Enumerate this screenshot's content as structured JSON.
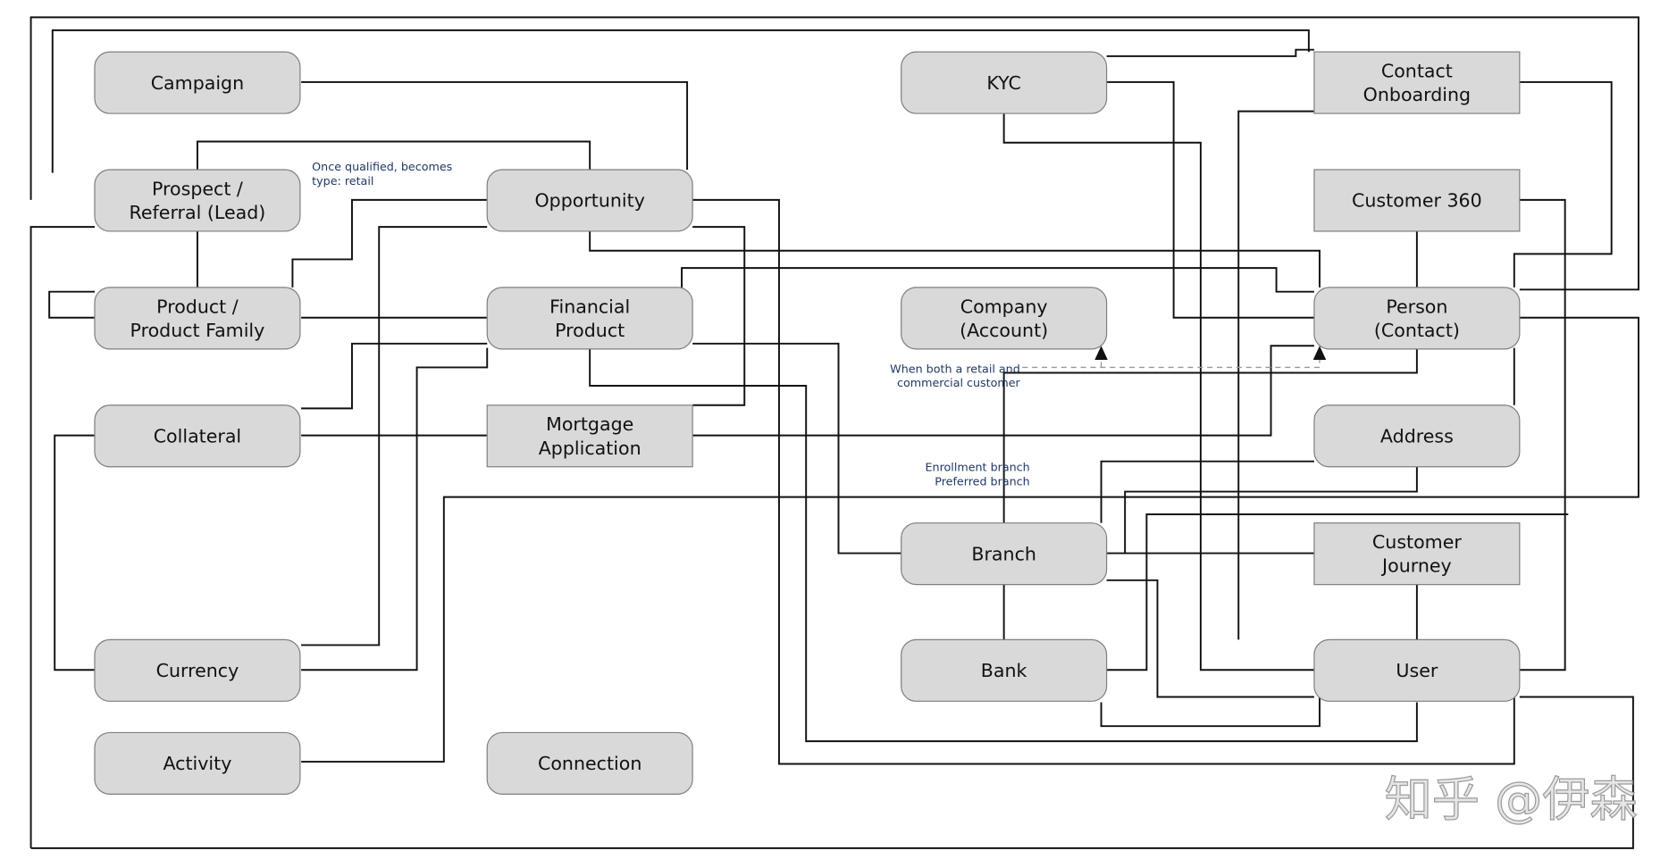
{
  "diagram": {
    "type": "entity-relationship",
    "entities": [
      {
        "id": "campaign",
        "lines": [
          "Campaign"
        ],
        "shape": "rounded"
      },
      {
        "id": "prospect",
        "lines": [
          "Prospect /",
          "Referral (Lead)"
        ],
        "shape": "rounded"
      },
      {
        "id": "product",
        "lines": [
          "Product /",
          "Product Family"
        ],
        "shape": "rounded"
      },
      {
        "id": "collateral",
        "lines": [
          "Collateral"
        ],
        "shape": "rounded"
      },
      {
        "id": "currency",
        "lines": [
          "Currency"
        ],
        "shape": "rounded"
      },
      {
        "id": "activity",
        "lines": [
          "Activity"
        ],
        "shape": "rounded"
      },
      {
        "id": "opportunity",
        "lines": [
          "Opportunity"
        ],
        "shape": "rounded"
      },
      {
        "id": "financial_product",
        "lines": [
          "Financial",
          "Product"
        ],
        "shape": "rounded"
      },
      {
        "id": "mortgage_application",
        "lines": [
          "Mortgage",
          "Application"
        ],
        "shape": "rect"
      },
      {
        "id": "connection",
        "lines": [
          "Connection"
        ],
        "shape": "rounded"
      },
      {
        "id": "kyc",
        "lines": [
          "KYC"
        ],
        "shape": "rounded"
      },
      {
        "id": "company",
        "lines": [
          "Company",
          "(Account)"
        ],
        "shape": "rounded"
      },
      {
        "id": "branch",
        "lines": [
          "Branch"
        ],
        "shape": "rounded"
      },
      {
        "id": "bank",
        "lines": [
          "Bank"
        ],
        "shape": "rounded"
      },
      {
        "id": "contact_onboarding",
        "lines": [
          "Contact",
          "Onboarding"
        ],
        "shape": "rect"
      },
      {
        "id": "customer_360",
        "lines": [
          "Customer 360"
        ],
        "shape": "rect"
      },
      {
        "id": "person",
        "lines": [
          "Person",
          "(Contact)"
        ],
        "shape": "rounded"
      },
      {
        "id": "address",
        "lines": [
          "Address"
        ],
        "shape": "rounded"
      },
      {
        "id": "customer_journey",
        "lines": [
          "Customer",
          "Journey"
        ],
        "shape": "rect"
      },
      {
        "id": "user",
        "lines": [
          "User"
        ],
        "shape": "rounded"
      }
    ],
    "annotations": [
      {
        "id": "prospect_note",
        "lines": [
          "Once qualified, becomes",
          "type: retail"
        ]
      },
      {
        "id": "company_note",
        "lines": [
          "When both a retail and",
          "commercial customer"
        ]
      },
      {
        "id": "branch_note",
        "lines": [
          "Enrollment branch",
          "Preferred branch"
        ]
      }
    ],
    "relationships": [
      {
        "from": "campaign",
        "to": "opportunity",
        "from_card": "zero-or-one",
        "to_card": "zero-or-many"
      },
      {
        "from": "prospect",
        "to": "opportunity",
        "from_card": "one-and-only-one",
        "to_card": "zero-or-many"
      },
      {
        "from": "prospect",
        "to": "product",
        "from_card": "zero-or-many",
        "to_card": "one-and-only-one"
      },
      {
        "from": "product",
        "to": "product",
        "from_card": "one-and-only-one",
        "to_card": "zero-or-many"
      },
      {
        "from": "product",
        "to": "opportunity",
        "from_card": "one-and-only-one",
        "to_card": "zero-or-many"
      },
      {
        "from": "product",
        "to": "financial_product",
        "from_card": "zero-or-many",
        "to_card": "zero-or-many"
      },
      {
        "from": "collateral",
        "to": "financial_product",
        "from_card": "one-and-only-one",
        "to_card": "zero-or-many"
      },
      {
        "from": "collateral",
        "to": "mortgage_application",
        "from_card": "one-and-only-one",
        "to_card": "zero-or-many"
      },
      {
        "from": "currency",
        "to": "collateral",
        "from_card": "one-and-only-one",
        "to_card": "zero-or-many"
      },
      {
        "from": "currency",
        "to": "opportunity",
        "from_card": "one-and-only-one",
        "to_card": "zero-or-many"
      },
      {
        "from": "currency",
        "to": "financial_product",
        "from_card": "one-and-only-one",
        "to_card": "zero-or-many"
      },
      {
        "from": "activity",
        "to": "address",
        "from_card": "zero-or-many",
        "to_card": "zero-or-many"
      },
      {
        "from": "person",
        "to": "company",
        "from_card": "inherits",
        "to_card": "inherits"
      },
      {
        "from": "branch",
        "to": "bank",
        "from_card": "zero-or-many",
        "to_card": "one-and-only-one"
      },
      {
        "from": "customer_360",
        "to": "person",
        "from_card": "zero-or-many",
        "to_card": "one-and-only-one"
      },
      {
        "from": "person",
        "to": "address",
        "from_card": "one-and-only-one",
        "to_card": "zero-or-many"
      },
      {
        "from": "customer_journey",
        "to": "user",
        "from_card": "zero-or-many",
        "to_card": "one-and-only-one"
      },
      {
        "from": "kyc",
        "to": "person",
        "from_card": "one-and-only-one",
        "to_card": "one-and-only-one"
      },
      {
        "from": "kyc",
        "to": "contact_onboarding",
        "from_card": "one-and-only-one",
        "to_card": "zero-or-many"
      },
      {
        "from": "contact_onboarding",
        "to": "person",
        "from_card": "one-and-only-one",
        "to_card": "one-and-only-one"
      }
    ],
    "watermark": "知乎 @伊森"
  }
}
